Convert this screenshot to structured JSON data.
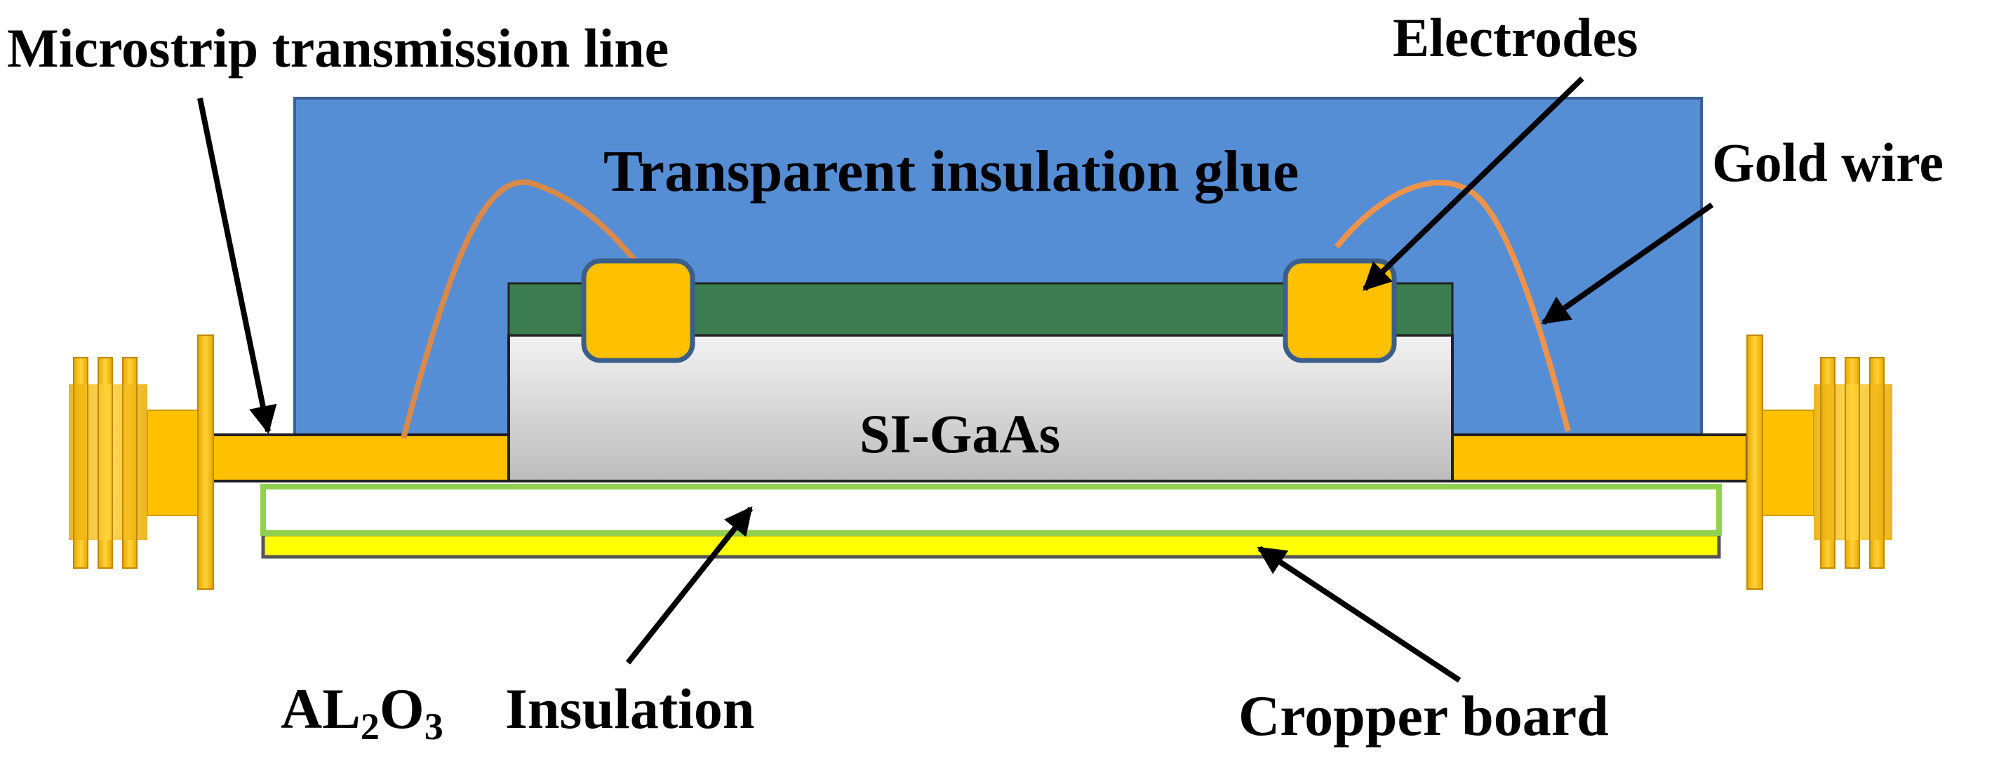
{
  "labels": {
    "microstrip": "Microstrip transmission line",
    "electrodes": "Electrodes",
    "glue": "Transparent insulation glue",
    "gold_wire": "Gold wire",
    "substrate": "SI-GaAs",
    "al2o3_prefix": "AL",
    "al2o3_sub1": "2",
    "al2o3_mid": "O",
    "al2o3_sub2": "3",
    "insulation": "Insulation",
    "copper_board": "Cropper board"
  },
  "colors": {
    "glue": "#558ed5",
    "photo_layer": "#3b7d4f",
    "substrate_gray": "#d4d4d4",
    "gold": "#ffc000",
    "gold_dark": "#e6a800",
    "wire": "#e88f45",
    "insulation_border": "#92d050",
    "copper_yellow": "#ffff00",
    "electrode_border": "#3b5f8a"
  }
}
